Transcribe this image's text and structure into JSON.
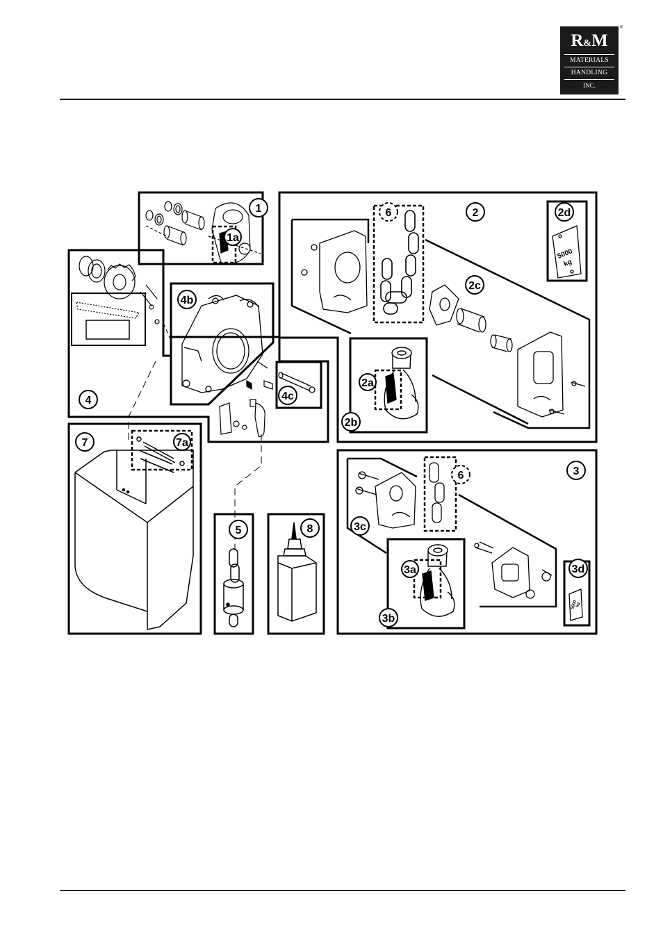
{
  "logo": {
    "brand": "R&M",
    "brand_r": "R",
    "brand_amp": "&",
    "brand_m": "M",
    "line1": "MATERIALS",
    "line2": "HANDLING",
    "line3": "INC.",
    "registered": "®"
  },
  "callouts": {
    "c1": "1",
    "c1a": "1a",
    "c2": "2",
    "c2a": "2a",
    "c2b": "2b",
    "c2c": "2c",
    "c2d": "2d",
    "c3": "3",
    "c3a": "3a",
    "c3b": "3b",
    "c3c": "3c",
    "c3d": "3d",
    "c4": "4",
    "c4b": "4b",
    "c4c": "4c",
    "c5": "5",
    "c6_top": "6",
    "c6_bottom": "6",
    "c7": "7",
    "c7a": "7a",
    "c8": "8"
  },
  "plate_large": {
    "line1": "5000",
    "line2": "kg"
  },
  "plate_small": {
    "line1": "5000",
    "line2": "kg"
  }
}
